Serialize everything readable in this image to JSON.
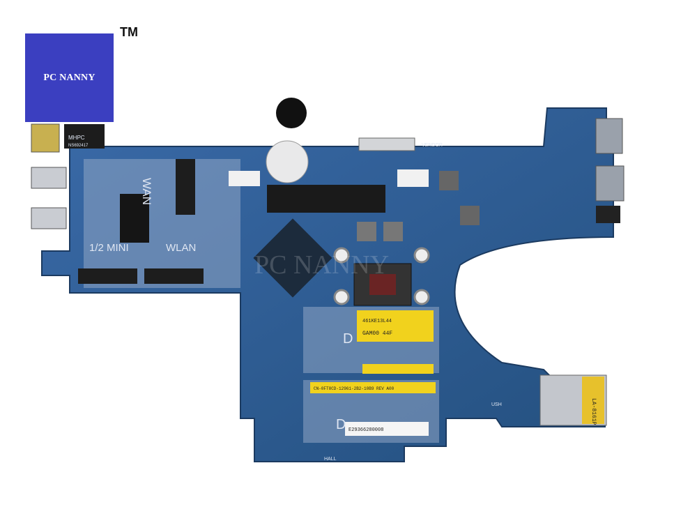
{
  "logo": {
    "text": "PC NANNY",
    "trademark": "TM",
    "color": "#3b3fc0"
  },
  "watermark": "PC NANNY",
  "board": {
    "color": "#2f5a93",
    "silkscreen": {
      "wan": "WAN",
      "half_mini": "1/2 MINI",
      "wlan": "WLAN",
      "hall": "HALL",
      "vendor": "VENDOR",
      "usb": "USH"
    },
    "labels": {
      "cpu_sticker_1": "461KE13L44",
      "cpu_sticker_2": "GAM00 44F",
      "ram_sticker_top_1": "CN-0FT8CD-12961-2B2-10B9 REV A00",
      "ram_sticker_bottom": "E29366280008",
      "ram_d_top": "D",
      "ram_d_bottom": "D",
      "side_sticker": "LA-8161P"
    },
    "chip_marks": {
      "lan_chip_1": "MHPC",
      "lan_chip_2": "NS692417"
    }
  }
}
